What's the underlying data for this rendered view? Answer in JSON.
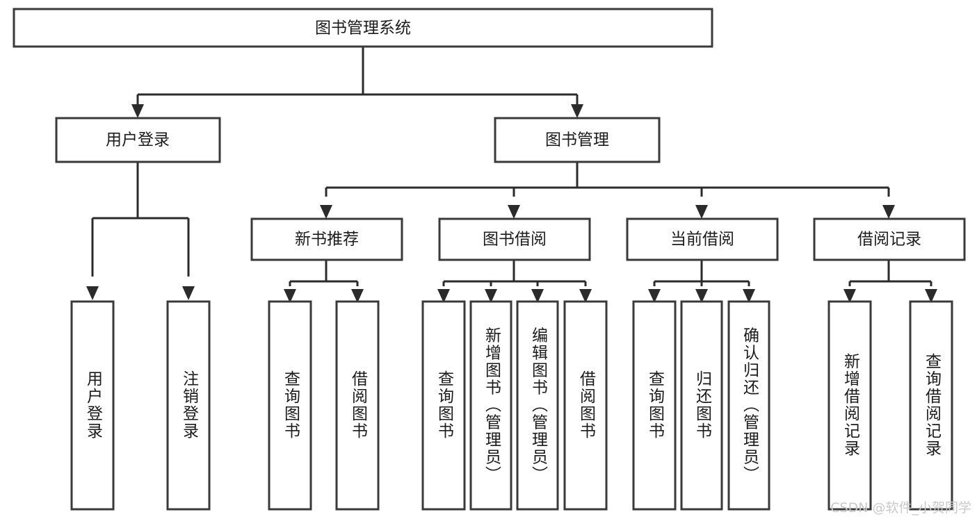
{
  "diagram": {
    "type": "tree",
    "title": "图书管理系统",
    "watermark": "CSDN @软件_小贺同学",
    "colors": {
      "box_stroke": "#3a3a3a",
      "box_fill": "#ffffff",
      "connector": "#2b2b2b",
      "text": "#1b1b1b",
      "watermark": "#c9c9c9"
    },
    "levels": {
      "root": {
        "label": "图书管理系统"
      },
      "level2": [
        {
          "id": "user-login",
          "label": "用户登录"
        },
        {
          "id": "book-management",
          "label": "图书管理"
        }
      ],
      "level3": [
        {
          "id": "new-book-recommend",
          "label": "新书推荐",
          "parent": "book-management"
        },
        {
          "id": "book-borrow",
          "label": "图书借阅",
          "parent": "book-management"
        },
        {
          "id": "current-borrow",
          "label": "当前借阅",
          "parent": "book-management"
        },
        {
          "id": "borrow-record",
          "label": "借阅记录",
          "parent": "book-management"
        }
      ],
      "leaves": {
        "user-login": [
          {
            "id": "leaf-user-login",
            "label": "用户登录"
          },
          {
            "id": "leaf-logout",
            "label": "注销登录"
          }
        ],
        "new-book-recommend": [
          {
            "id": "leaf-query-book-1",
            "label": "查询图书"
          },
          {
            "id": "leaf-borrow-book-1",
            "label": "借阅图书"
          }
        ],
        "book-borrow": [
          {
            "id": "leaf-query-book-2",
            "label": "查询图书"
          },
          {
            "id": "leaf-add-book",
            "label": "新增图书（管理员）"
          },
          {
            "id": "leaf-edit-book",
            "label": "编辑图书（管理员）"
          },
          {
            "id": "leaf-borrow-book-2",
            "label": "借阅图书"
          }
        ],
        "current-borrow": [
          {
            "id": "leaf-query-book-3",
            "label": "查询图书"
          },
          {
            "id": "leaf-return-book",
            "label": "归还图书"
          },
          {
            "id": "leaf-confirm-return",
            "label": "确认归还（管理员）"
          }
        ],
        "borrow-record": [
          {
            "id": "leaf-add-record",
            "label": "新增借阅记录"
          },
          {
            "id": "leaf-query-record",
            "label": "查询借阅记录"
          }
        ]
      }
    }
  }
}
